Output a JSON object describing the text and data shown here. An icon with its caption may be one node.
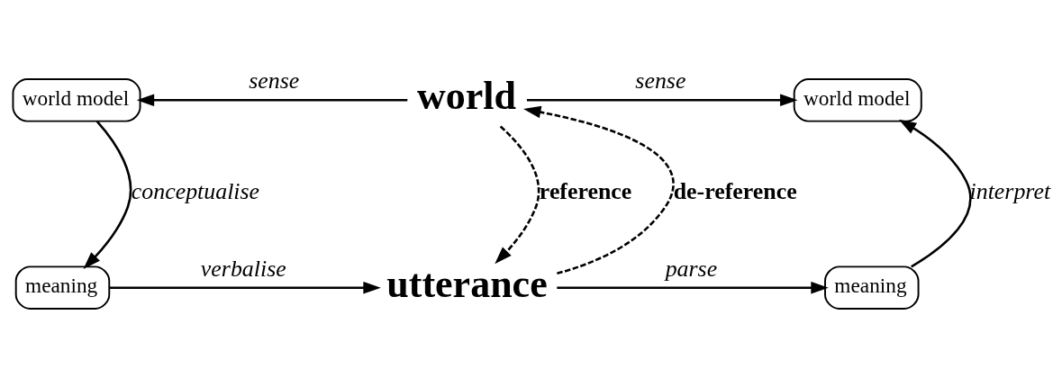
{
  "diagram": {
    "nodes": [
      {
        "text": [
          "world model"
        ]
      },
      {
        "text": [
          "world"
        ]
      },
      {
        "text": [
          "world model"
        ]
      },
      {
        "text": [
          "meaning"
        ]
      },
      {
        "text": [
          "utterance"
        ]
      },
      {
        "text": [
          "meaning"
        ]
      }
    ],
    "edges": [
      {
        "from": 1,
        "to": 0,
        "arrow": "to",
        "label": "sense"
      },
      {
        "from": 1,
        "to": 2,
        "arrow": "to",
        "label": "sense"
      },
      {
        "from": 0,
        "to": 3,
        "arrow": "to",
        "label": "conceptualise"
      },
      {
        "from": 3,
        "to": 4,
        "arrow": "to",
        "label": "verbalise"
      },
      {
        "from": 1,
        "to": 4,
        "arrow": "to",
        "label": "reference",
        "style": "dashed"
      },
      {
        "from": 4,
        "to": 1,
        "arrow": "to",
        "label": "de-reference",
        "style": "dashed"
      },
      {
        "from": 4,
        "to": 5,
        "arrow": "to",
        "label": "parse"
      },
      {
        "from": 5,
        "to": 2,
        "arrow": "to",
        "label": "interpret"
      }
    ]
  }
}
